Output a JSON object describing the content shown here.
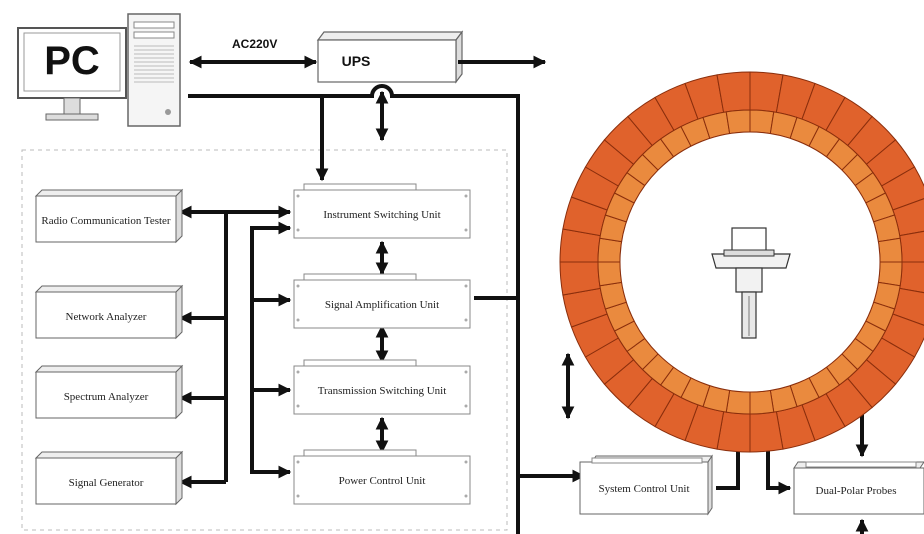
{
  "pc": {
    "label": "PC"
  },
  "power": {
    "label": "AC220V"
  },
  "ups": {
    "label": "UPS"
  },
  "instruments": [
    {
      "label": "Radio Communication Tester"
    },
    {
      "label": "Network Analyzer"
    },
    {
      "label": "Spectrum Analyzer"
    },
    {
      "label": "Signal Generator"
    }
  ],
  "units": [
    {
      "label": "Instrument Switching Unit"
    },
    {
      "label": "Signal Amplification Unit"
    },
    {
      "label": "Transmission Switching Unit"
    },
    {
      "label": "Power Control Unit"
    }
  ],
  "system_control": {
    "label": "System Control Unit"
  },
  "probes": {
    "label": "Dual-Polar Probes"
  },
  "colors": {
    "chamber_outer": "#e0622c",
    "chamber_inner": "#ea8a3e",
    "chamber_line": "#8a2e0c",
    "line": "#111111"
  }
}
